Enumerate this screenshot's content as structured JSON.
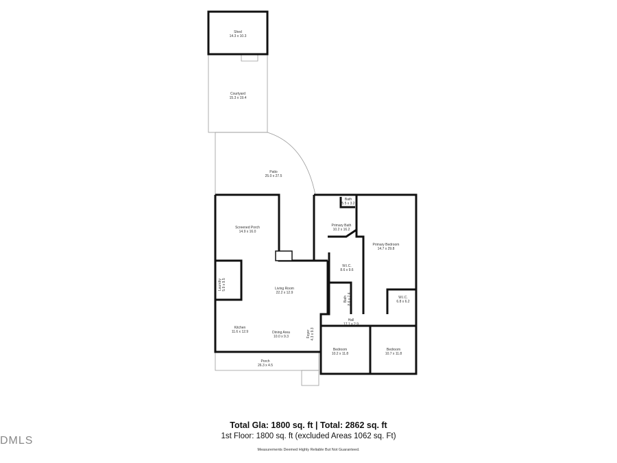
{
  "rooms": [
    {
      "id": "shed",
      "name": "Shed",
      "dims": "14.3 x 10.3"
    },
    {
      "id": "courtyard",
      "name": "Courtyard",
      "dims": "15.3 x 19.4"
    },
    {
      "id": "patio",
      "name": "Patio",
      "dims": "25.0 x 27.5"
    },
    {
      "id": "screened-porch",
      "name": "Screened Porch",
      "dims": "14.9 x 16.0"
    },
    {
      "id": "bath-small",
      "name": "Bath",
      "dims": "5.5 x 3.2"
    },
    {
      "id": "primary-bath",
      "name": "Primary Bath",
      "dims": "10.2 x 16.2"
    },
    {
      "id": "primary-bedroom",
      "name": "Primary Bedroom",
      "dims": "14.7 x 29.8"
    },
    {
      "id": "wic-1",
      "name": "W.I.C.",
      "dims": "8.6 x 9.6"
    },
    {
      "id": "bath-2",
      "name": "Bath",
      "dims": "8.6 x 7.4"
    },
    {
      "id": "wic-2",
      "name": "W.I.C.",
      "dims": "6.8 x 6.2"
    },
    {
      "id": "hall",
      "name": "Hall",
      "dims": "17.1 x 2.9"
    },
    {
      "id": "living-room",
      "name": "Living Room",
      "dims": "22.2 x 12.9"
    },
    {
      "id": "laundry",
      "name": "Laundry",
      "dims": "5.9 x 9.5"
    },
    {
      "id": "kitchen",
      "name": "Kitchen",
      "dims": "11.6 x 12.9"
    },
    {
      "id": "dining-area",
      "name": "Dining Area",
      "dims": "10.0 x 9.3"
    },
    {
      "id": "foyer",
      "name": "Foyer",
      "dims": "4.3 x 9.3"
    },
    {
      "id": "porch",
      "name": "Porch",
      "dims": "26.3 x 4.5"
    },
    {
      "id": "bedroom-1",
      "name": "Bedroom",
      "dims": "10.2 x 11.8"
    },
    {
      "id": "bedroom-2",
      "name": "Bedroom",
      "dims": "10.7 x 11.8"
    }
  ],
  "footer": {
    "total": "Total Gla: 1800 sq. ft | Total: 2862 sq. ft",
    "floor": "1st Floor: 1800 sq. ft (excluded Areas 1062 sq. Ft)",
    "disclaimer": "Measurements Deemed Highly Reliable But Not Guaranteed."
  },
  "logo": "DMLS"
}
